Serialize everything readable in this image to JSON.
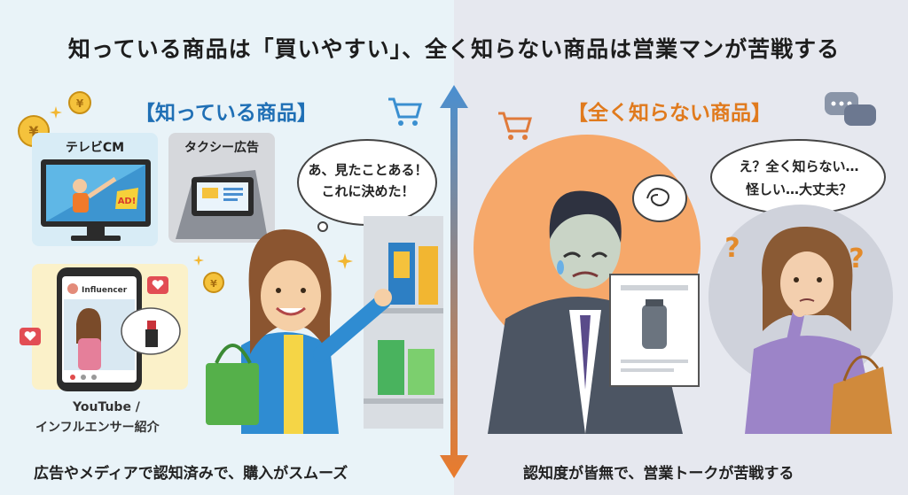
{
  "header": {
    "title": "知っている商品は「買いやすい」、全く知らない商品は営業マンが苦戦する"
  },
  "left": {
    "title": "【知っている商品】",
    "tv_label": "テレビCM",
    "tv_ad_text": "AD!",
    "taxi_label": "タクシー広告",
    "phone_username": "Influencer",
    "youtube_label_line1": "YouTube /",
    "youtube_label_line2": "インフルエンサー紹介",
    "bubble_line1": "あ、見たことある！",
    "bubble_line2": "これに決めた！",
    "caption": "広告やメディアで認知済みで、購入がスムーズ"
  },
  "right": {
    "title": "【全く知らない商品】",
    "bubble_line1": "え？全く知らない…",
    "bubble_line2": "怪しい…大丈夫？",
    "caption": "認知度が皆無で、営業トークが苦戦する"
  },
  "colors": {
    "left_accent": "#1f6fb5",
    "right_accent": "#e07a1d",
    "arrow_top": "#4a8fd0",
    "arrow_bottom": "#ea7b2c"
  }
}
